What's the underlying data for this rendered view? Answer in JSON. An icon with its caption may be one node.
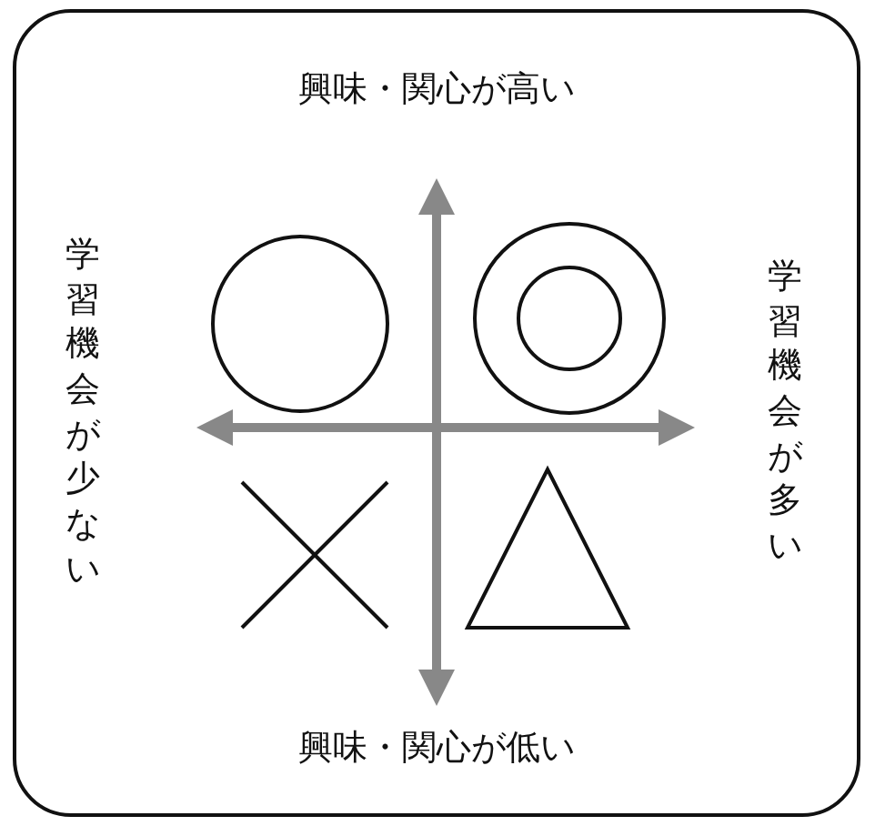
{
  "diagram": {
    "nodes": [
      {
        "text": [],
        "shape": "circle"
      },
      {
        "text": [],
        "shape": "double-circle"
      },
      {
        "text": [],
        "shape": "cross"
      },
      {
        "text": [],
        "shape": "triangle"
      }
    ],
    "labels": [
      "興味・関心が高い",
      "学習機会が少ない",
      "学習機会が多い",
      "興味・関心が低い"
    ]
  }
}
